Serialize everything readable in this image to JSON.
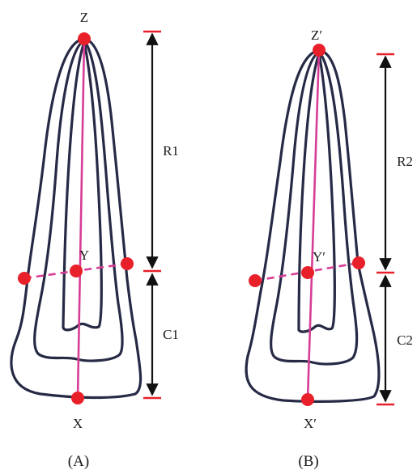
{
  "panels": [
    {
      "caption": "(A)",
      "points": {
        "apex": "Z",
        "mid": "Y",
        "base": "X"
      },
      "measures": {
        "root": "R1",
        "crown": "C1"
      }
    },
    {
      "caption": "(B)",
      "points": {
        "apex": "Z′",
        "mid": "Y′",
        "base": "X′"
      },
      "measures": {
        "root": "R2",
        "crown": "C2"
      }
    }
  ],
  "colors": {
    "outline": "#262a45",
    "axis": "#d63d96",
    "point": "#e8202a",
    "arrow": "#111111"
  }
}
